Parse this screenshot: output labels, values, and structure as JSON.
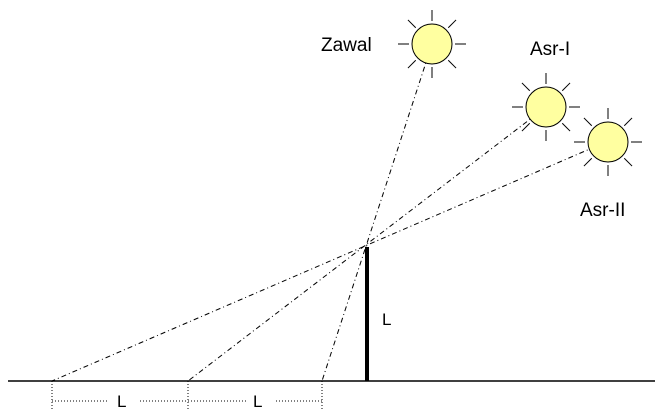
{
  "suns": [
    {
      "label": "Zawal"
    },
    {
      "label": "Asr-I"
    },
    {
      "label": "Asr-II"
    }
  ],
  "stick_label": "L",
  "ground_labels": [
    "L",
    "L"
  ],
  "colors": {
    "sun_fill": "#ffffa0",
    "line": "#000000",
    "background": "#ffffff"
  }
}
